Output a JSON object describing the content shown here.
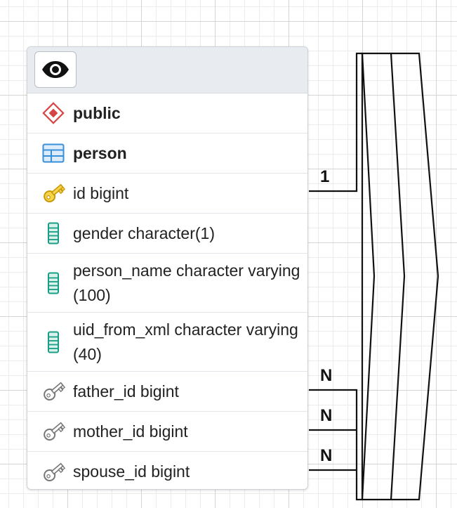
{
  "table_card": {
    "header": {
      "button_icon": "eye-icon"
    },
    "rows": [
      {
        "label": "public",
        "icon": "schema-diamond-icon",
        "bold": true
      },
      {
        "label": "person",
        "icon": "table-icon",
        "bold": true
      },
      {
        "label": "id bigint",
        "icon": "primary-key-icon"
      },
      {
        "label": "gender character(1)",
        "icon": "column-icon"
      },
      {
        "label": "person_name character varying(100)",
        "icon": "column-icon"
      },
      {
        "label": "uid_from_xml character varying(40)",
        "icon": "column-icon"
      },
      {
        "label": "father_id bigint",
        "icon": "foreign-key-icon"
      },
      {
        "label": "mother_id bigint",
        "icon": "foreign-key-icon"
      },
      {
        "label": "spouse_id bigint",
        "icon": "foreign-key-icon"
      }
    ]
  },
  "relations": {
    "source_cardinality": "1",
    "target_cardinalities": [
      "N",
      "N",
      "N"
    ]
  },
  "colors": {
    "primary_key": "#f0c419",
    "column": "#1a9e85",
    "table": "#3a8fd9",
    "schema": "#d64545",
    "foreign_key": "#777777"
  }
}
